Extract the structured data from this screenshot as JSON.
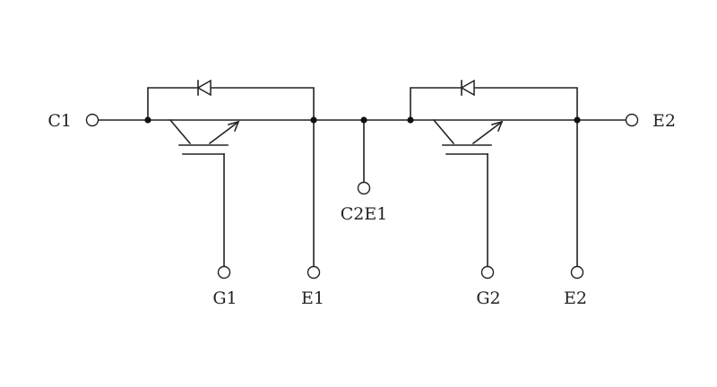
{
  "diagram": {
    "terminals": {
      "c1": "C1",
      "e2_right": "E2",
      "c2e1": "C2E1",
      "g1": "G1",
      "e1": "E1",
      "g2": "G2",
      "e2_bottom": "E2"
    },
    "colors": {
      "line": "#222222",
      "background": "#ffffff"
    }
  }
}
